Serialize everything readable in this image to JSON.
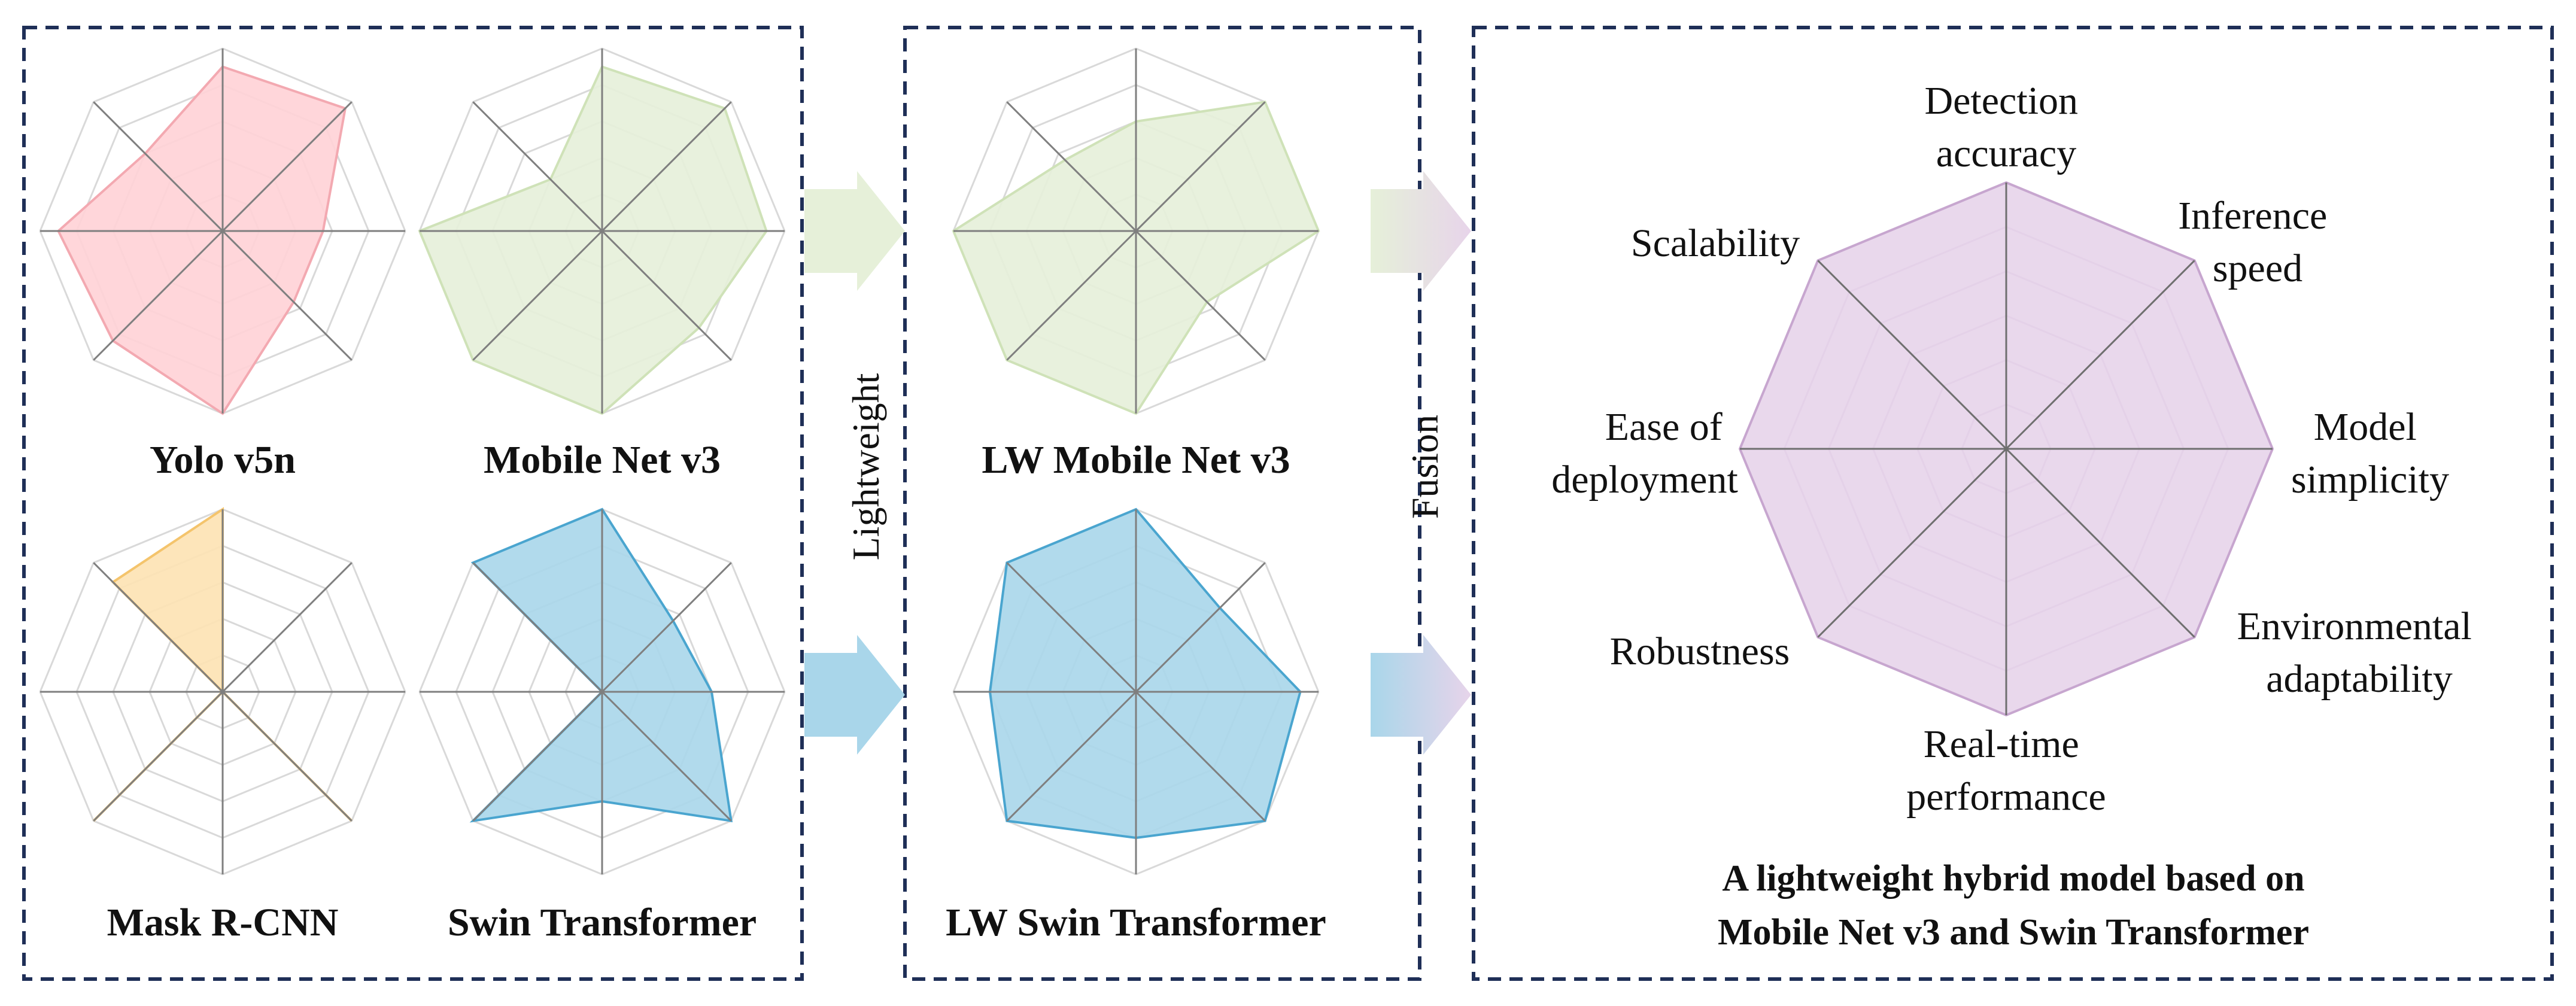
{
  "panels": {
    "left": {
      "charts": [
        {
          "label": "Yolo v5n",
          "values": [
            0.9,
            0.95,
            0.55,
            0.55,
            1.0,
            0.85,
            0.9,
            0.6
          ],
          "fill": "#ffd1d6",
          "stroke": "#f3a9b1"
        },
        {
          "label": "Mobile Net v3",
          "values": [
            0.9,
            0.95,
            0.9,
            0.75,
            1.0,
            1.0,
            1.0,
            0.4
          ],
          "fill": "#e6f0d9",
          "stroke": "#cfe2b8"
        },
        {
          "label": "Mask R-CNN",
          "values": [
            1.0,
            0.0,
            0.0,
            1.0,
            0.0,
            1.0,
            0.0,
            0.85
          ],
          "fill": "#fde2b3",
          "stroke": "#f4c46c"
        },
        {
          "label": "Swin Transformer",
          "values": [
            1.0,
            0.55,
            0.6,
            1.0,
            0.6,
            1.0,
            0.0,
            1.0
          ],
          "fill": "#a9d6ea",
          "stroke": "#4aa5cf"
        }
      ]
    },
    "middle": {
      "label": "Lightweight",
      "charts": [
        {
          "label": "LW Mobile Net v3",
          "values": [
            0.6,
            1.0,
            1.0,
            0.55,
            1.0,
            1.0,
            1.0,
            0.55
          ],
          "fill": "#e6f0d9",
          "stroke": "#cfe2b8"
        },
        {
          "label": "LW Swin Transformer",
          "values": [
            1.0,
            0.65,
            0.9,
            1.0,
            0.8,
            1.0,
            0.8,
            1.0
          ],
          "fill": "#a9d6ea",
          "stroke": "#4aa5cf"
        }
      ]
    },
    "fusion_label": "Fusion",
    "right": {
      "axes": [
        "Detection accuracy",
        "Inference speed",
        "Model simplicity",
        "Environmental adaptability",
        "Real-time performance",
        "Robustness",
        "Ease of deployment",
        "Scalability"
      ],
      "values": [
        1,
        1,
        1,
        1,
        1,
        1,
        1,
        1
      ],
      "fill": "#e7d4ea",
      "stroke": "#c7a6cf",
      "caption_line1": "A lightweight hybrid model based on",
      "caption_line2": "Mobile Net v3 and Swin Transformer"
    }
  },
  "colors": {
    "border": "#1f2f57",
    "arrow_green": "#e6f0d9",
    "arrow_blue": "#a9d6ea",
    "arrow_purple": "#e7d4ea",
    "grid": "#d9d9d9",
    "spoke": "#7f7f7f"
  }
}
